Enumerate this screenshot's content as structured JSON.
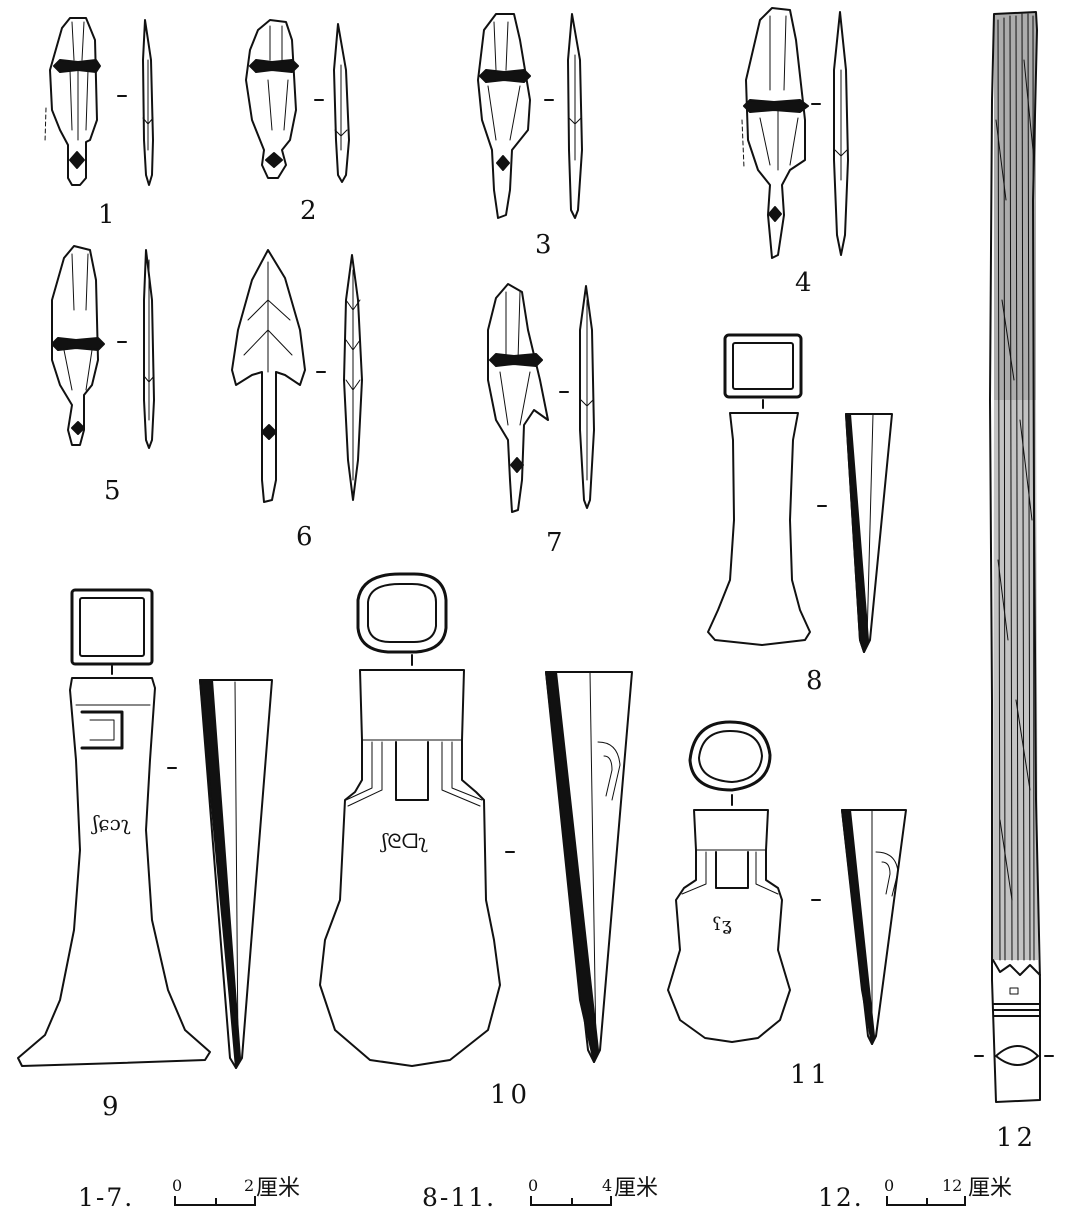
{
  "figure": {
    "artifact_numbers": [
      "1",
      "2",
      "3",
      "4",
      "5",
      "6",
      "7",
      "8",
      "9",
      "10",
      "11",
      "12"
    ],
    "scales": [
      {
        "label": "1-7.",
        "zero": "0",
        "end": "2",
        "unit": "厘米"
      },
      {
        "label": "8-11.",
        "zero": "0",
        "end": "4",
        "unit": "厘米"
      },
      {
        "label": "12.",
        "zero": "0",
        "end": "12",
        "unit": "厘米"
      }
    ],
    "inscription_glyphs": {
      "axe9": "ʃɕɔʅ",
      "axe10": "ʃᘓᗡʅ",
      "axe11": "ʕʓ"
    }
  },
  "colors": {
    "ink": "#111111",
    "paper": "#ffffff"
  }
}
